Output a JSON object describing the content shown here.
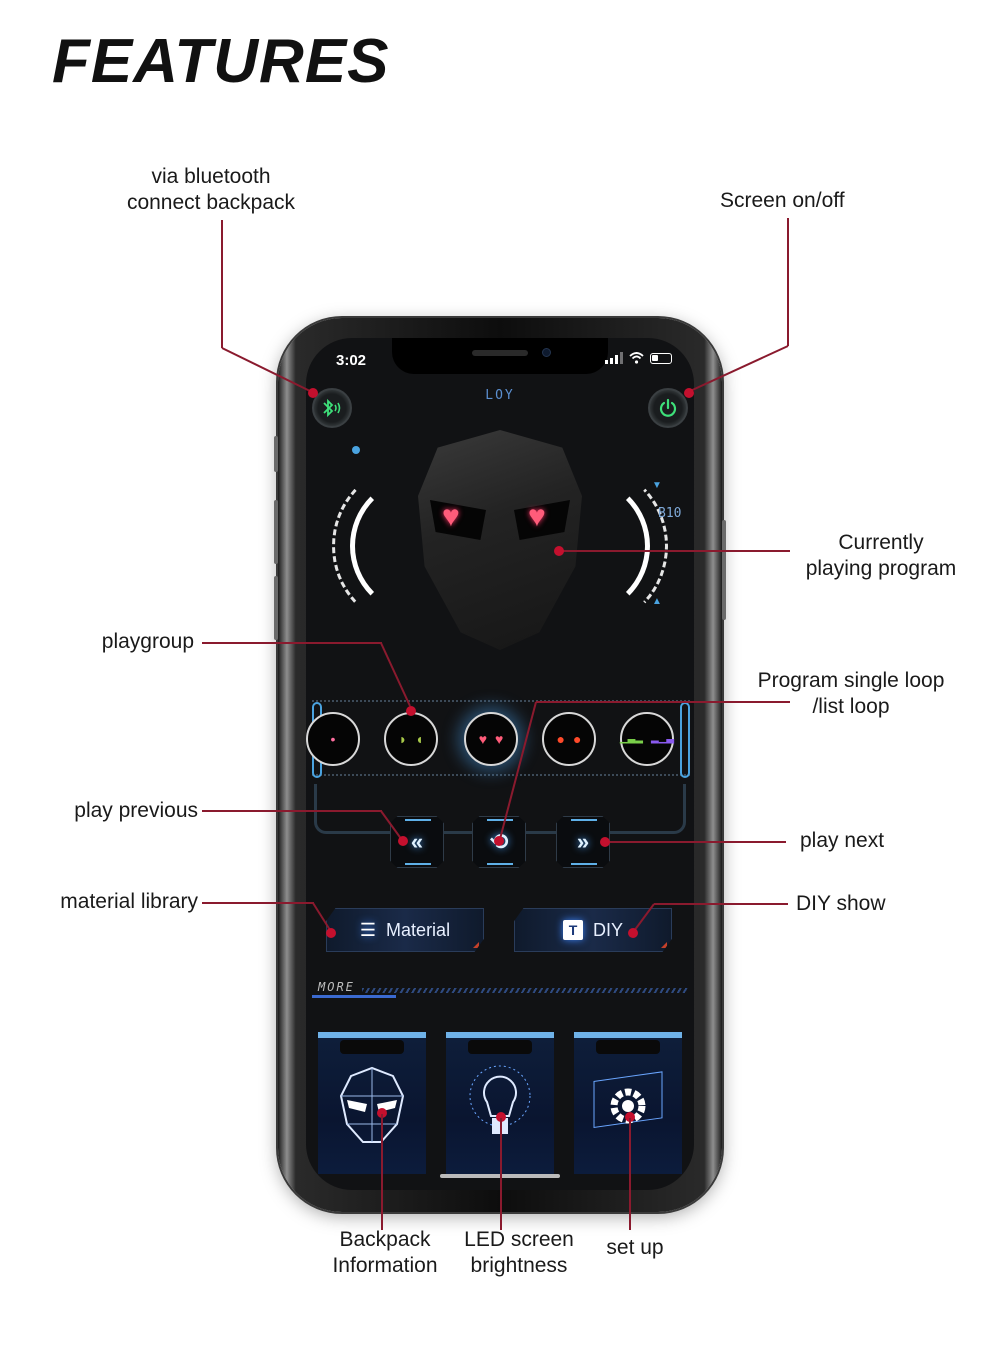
{
  "page": {
    "title": "FEATURES"
  },
  "annotations": {
    "bluetooth": "via bluetooth\nconnect backpack",
    "bluetooth_line1": "via bluetooth",
    "bluetooth_line2": "connect backpack",
    "screen_toggle": "Screen on/off",
    "current_program_line1": "Currently",
    "current_program_line2": "playing program",
    "playgroup": "playgroup",
    "loop_line1": "Program single loop",
    "loop_line2": "/list loop",
    "play_previous": "play previous",
    "play_next": "play next",
    "material_library": "material library",
    "diy_show": "DIY show",
    "backpack_info_line1": "Backpack",
    "backpack_info_line2": "Information",
    "brightness_line1": "LED screen",
    "brightness_line2": "brightness",
    "setup": "set up"
  },
  "phone": {
    "status_bar": {
      "time": "3:02"
    },
    "app": {
      "brand": "LOY",
      "hud_code": "B10",
      "bluetooth_icon": "bluetooth-icon",
      "power_icon": "power-icon",
      "current_program": "heart-eyes",
      "playgroup": [
        {
          "name": "partial-face",
          "eyes": "pink"
        },
        {
          "name": "cat-eyes",
          "eyes": "green"
        },
        {
          "name": "heart-eyes",
          "eyes": "pink",
          "active": true
        },
        {
          "name": "red-eyes",
          "eyes": "red"
        },
        {
          "name": "equalizer-eyes",
          "eyes": "multicolor"
        }
      ],
      "controls": {
        "previous_glyph": "«",
        "loop_glyph": "⟲",
        "next_glyph": "»"
      },
      "buttons": {
        "material": "Material",
        "diy": "DIY",
        "diy_icon_letter": "T"
      },
      "more_label": "MORE",
      "cards": [
        {
          "name": "backpack-information",
          "glyph": "⬡"
        },
        {
          "name": "led-brightness",
          "glyph": "💡"
        },
        {
          "name": "settings",
          "glyph": "⚙"
        }
      ]
    }
  },
  "colors": {
    "leader_line": "#8a1a2e",
    "leader_dot": "#c4102e",
    "accent_blue": "#4aa3e0",
    "power_green": "#3ee07a",
    "heart_pink": "#ff5c7a"
  }
}
